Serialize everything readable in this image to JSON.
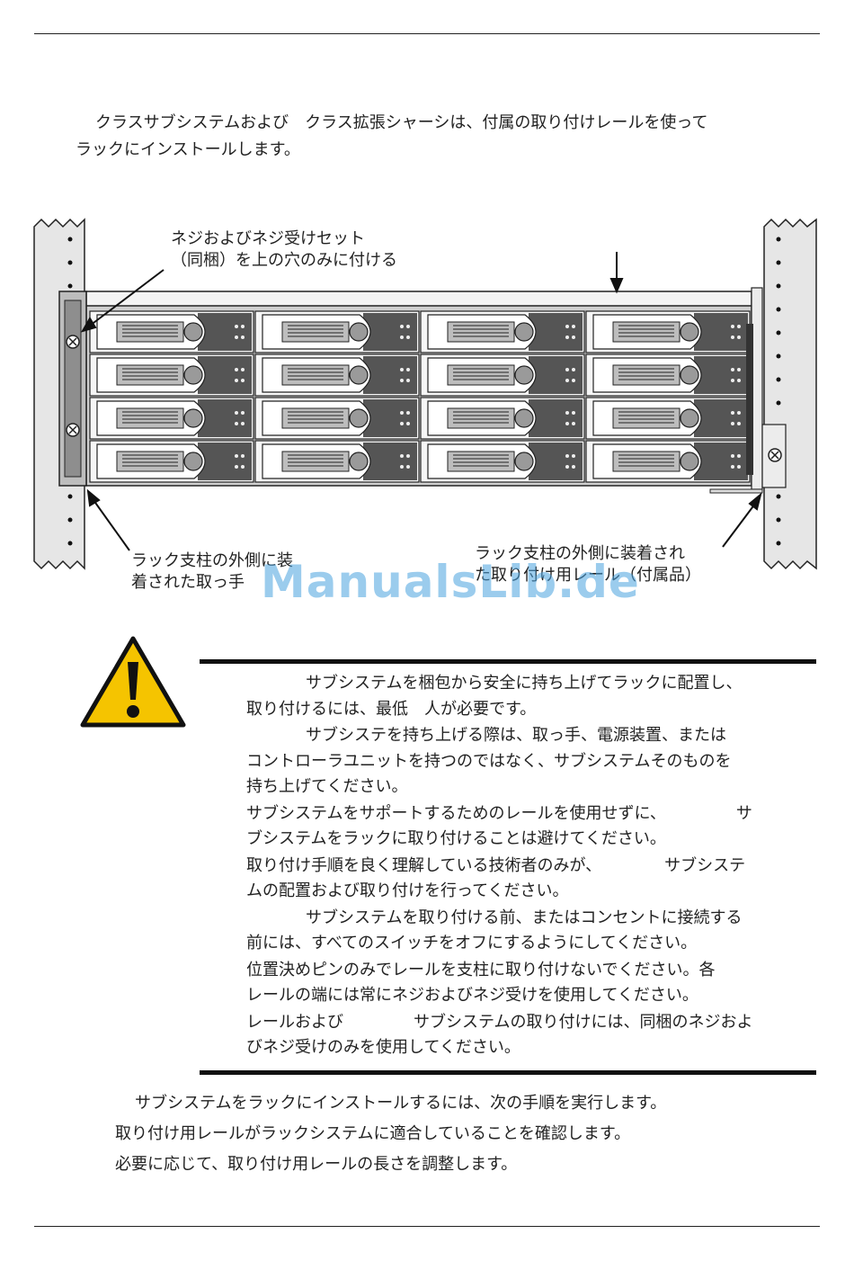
{
  "intro": {
    "line1": "クラスサブシステムおよび　クラス拡張シャーシは、付属の取り付けレールを使って",
    "line2": "ラックにインストールします。"
  },
  "diagram": {
    "callout_screw_1": "ネジおよびネジ受けセット",
    "callout_screw_2": "（同梱）を上の穴のみに付ける",
    "callout_handle_1": "ラック支柱の外側に装",
    "callout_handle_2": "着された取っ手",
    "callout_rail_1": "ラック支柱の外側に装着され",
    "callout_rail_2": "た取り付け用レール（付属品）",
    "bay_rows": 4,
    "bay_cols": 4
  },
  "watermark": "ManualsLib.de",
  "caution": {
    "icon": "warning-triangle-icon",
    "p1a": "サブシステムを梱包から安全に持ち上げてラックに配置し、",
    "p1b": "取り付けるには、最低　人が必要です。",
    "p2a": "サブシステを持ち上げる際は、取っ手、電源装置、または",
    "p2b": "コントローラユニットを持つのではなく、サブシステムそのものを",
    "p2c": "持ち上げてください。",
    "p3a": "サブシステムをサポートするためのレールを使用せずに、",
    "p3a_end": "サ",
    "p3b": "ブシステムをラックに取り付けることは避けてください。",
    "p4a": "取り付け手順を良く理解している技術者のみが、",
    "p4a_end": "サブシステ",
    "p4b": "ムの配置および取り付けを行ってください。",
    "p5a": "サブシステムを取り付ける前、またはコンセントに接続する",
    "p5b": "前には、すべてのスイッチをオフにするようにしてください。",
    "p6a": "位置決めピンのみでレールを支柱に取り付けないでください。各",
    "p6b": "レールの端には常にネジおよびネジ受けを使用してください。",
    "p7a": "レールおよび",
    "p7a_end": "サブシステムの取り付けには、同梱のネジおよ",
    "p7b": "びネジ受けのみを使用してください。"
  },
  "steps": {
    "lead": "サブシステムをラックにインストールするには、次の手順を実行します。",
    "step1": "取り付け用レールがラックシステムに適合していることを確認します。",
    "step2": "必要に応じて、取り付け用レールの長さを調整します。"
  }
}
